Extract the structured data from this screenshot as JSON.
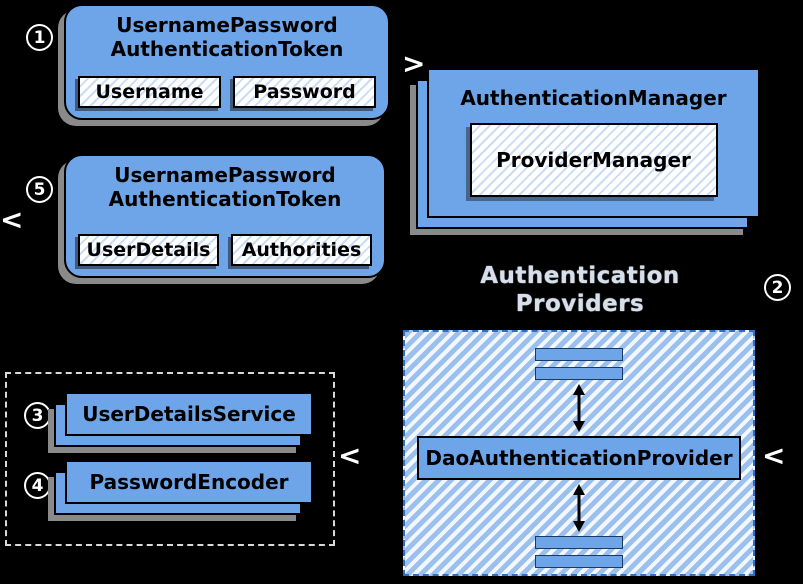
{
  "colors": {
    "accent_blue": "#6ea4e8",
    "background": "#000000",
    "hatch_blue": "#9cc0ee",
    "shadow_gray": "#8a8a8a"
  },
  "steps": {
    "one": "1",
    "two": "2",
    "three": "3",
    "four": "4",
    "five": "5"
  },
  "chevrons": {
    "left": "<",
    "right": ">"
  },
  "token1": {
    "title_line1": "UsernamePassword",
    "title_line2": "AuthenticationToken",
    "field1": "Username",
    "field2": "Password"
  },
  "token5": {
    "title_line1": "UsernamePassword",
    "title_line2": "AuthenticationToken",
    "field1": "UserDetails",
    "field2": "Authorities"
  },
  "auth_manager": {
    "title": "AuthenticationManager",
    "provider_manager": "ProviderManager"
  },
  "providers_heading": {
    "line1": "Authentication",
    "line2": "Providers"
  },
  "dao_provider": {
    "label": "DaoAuthenticationProvider"
  },
  "user_details_service": {
    "label": "UserDetailsService"
  },
  "password_encoder": {
    "label": "PasswordEncoder"
  }
}
